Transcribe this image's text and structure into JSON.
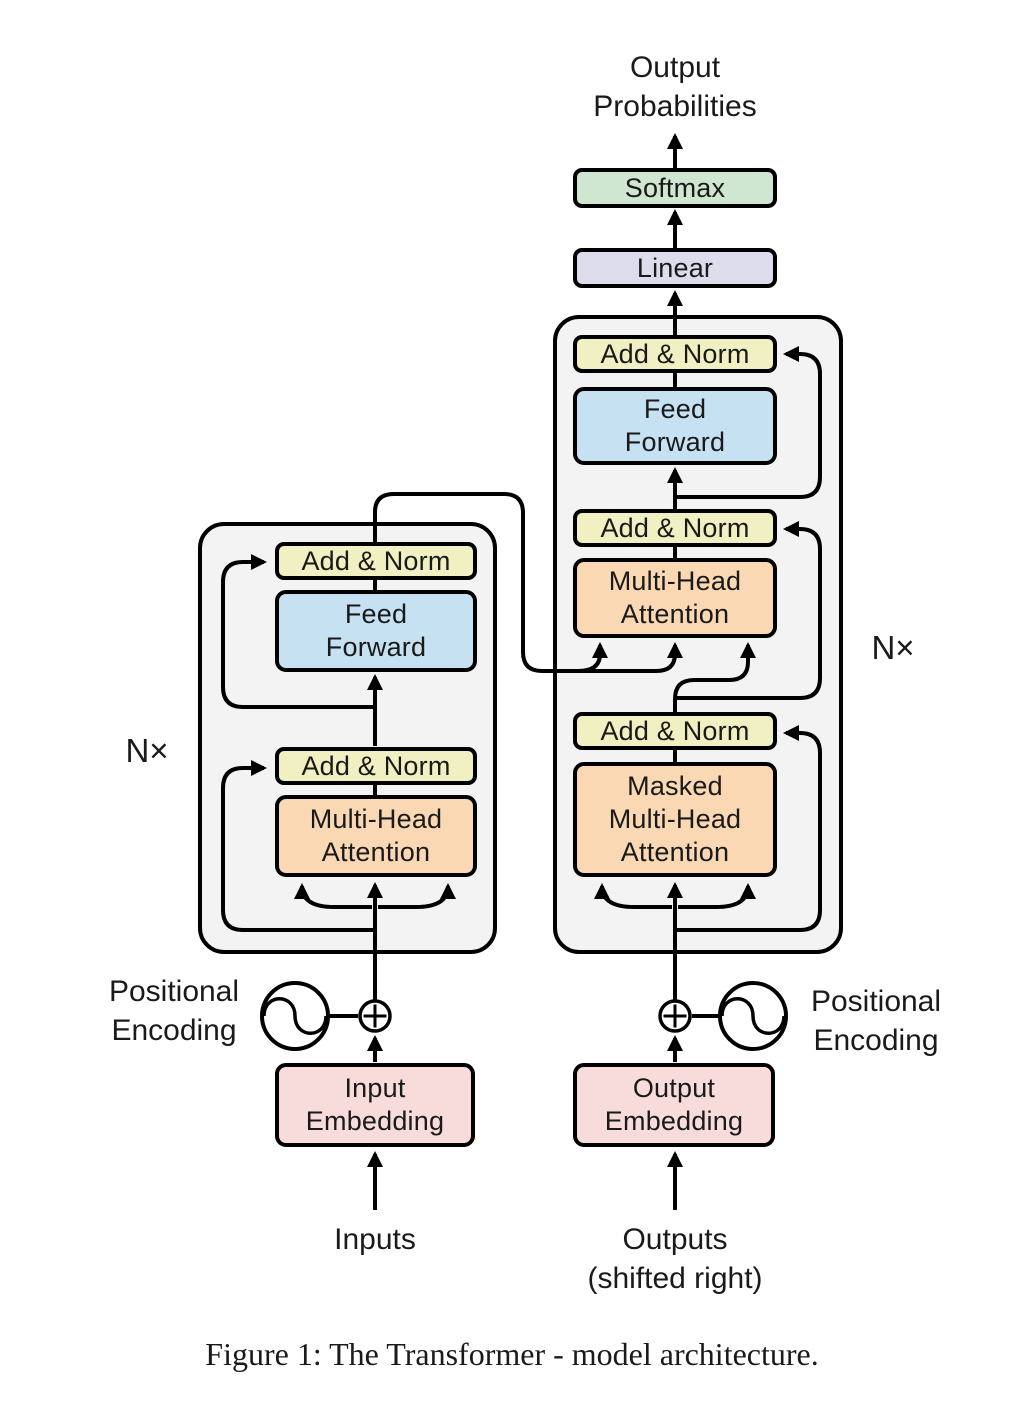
{
  "figure": {
    "output_probabilities": [
      "Output",
      "Probabilities"
    ],
    "softmax": "Softmax",
    "linear": "Linear",
    "add_norm": "Add & Norm",
    "feed_forward": [
      "Feed",
      "Forward"
    ],
    "multi_head_attention": [
      "Multi-Head",
      "Attention"
    ],
    "masked_multi_head_attention": [
      "Masked",
      "Multi-Head",
      "Attention"
    ],
    "input_embedding": [
      "Input",
      "Embedding"
    ],
    "output_embedding": [
      "Output",
      "Embedding"
    ],
    "inputs": "Inputs",
    "outputs_line1": "Outputs",
    "outputs_line2": "(shifted right)",
    "positional_encoding": [
      "Positional",
      "Encoding"
    ],
    "n_times": "N×"
  },
  "caption": "Figure 1: The Transformer - model architecture.",
  "colors": {
    "softmax": "#cfe7d0",
    "linear": "#dcdcec",
    "add_norm": "#f0f0c3",
    "feed_forward": "#c6e2f2",
    "attention": "#fad8b4",
    "embedding": "#f8dcdc",
    "block_bg": "#f3f3f3",
    "stroke": "#000000",
    "text": "#1a1a1a"
  }
}
